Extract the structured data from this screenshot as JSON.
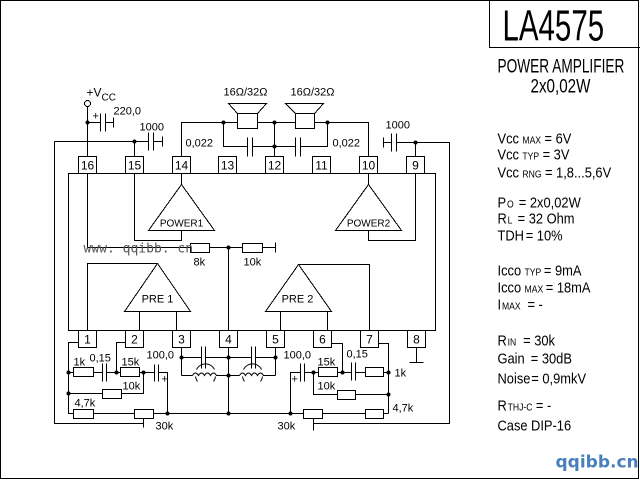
{
  "header": {
    "part_number": "LA4575",
    "description": "POWER AMPLIFIER",
    "output_power": "2x0,02W"
  },
  "specs": [
    {
      "label": "Vcc",
      "sub": "MAX",
      "value": "= 6V"
    },
    {
      "label": "Vcc",
      "sub": "TYP",
      "value": "= 3V"
    },
    {
      "label": "Vcc",
      "sub": "RNG",
      "value": "= 1,8...5,6V"
    },
    {
      "label": "P",
      "sub": "O",
      "value": "= 2x0,02W"
    },
    {
      "label": "R",
      "sub": "L",
      "value": "= 32 Ohm"
    },
    {
      "label": "TDH",
      "sub": "",
      "value": "= 10%"
    },
    {
      "label": "Icco",
      "sub": "TYP",
      "value": "= 9mA"
    },
    {
      "label": "Icco",
      "sub": "MAX",
      "value": "= 18mA"
    },
    {
      "label": "I",
      "sub": "MAX",
      "value": "=  -"
    },
    {
      "label": "R",
      "sub": "IN",
      "value": "= 30k"
    },
    {
      "label": "Gain",
      "sub": "",
      "value": "= 30dB"
    },
    {
      "label": "Noise",
      "sub": "",
      "value": "= 0,9mkV"
    },
    {
      "label": "R",
      "sub": "THJ-C",
      "value": "=  -"
    },
    {
      "label": "Case",
      "sub": "",
      "value": "DIP-16"
    }
  ],
  "schematic": {
    "supply": {
      "label": "+V",
      "sub": "CC"
    },
    "polarity_mark": "+",
    "pins_top": [
      "16",
      "15",
      "14",
      "13",
      "12",
      "11",
      "10",
      "9"
    ],
    "pins_bottom": [
      "1",
      "2",
      "3",
      "4",
      "5",
      "6",
      "7",
      "8"
    ],
    "amplifiers": {
      "power1": "POWER1",
      "power2": "POWER2",
      "pre1": "PRE 1",
      "pre2": "PRE 2"
    },
    "speakers": [
      "16Ω/32Ω",
      "16Ω/32Ω"
    ],
    "components": {
      "c_supply": "220,0",
      "c_pin15": "1000",
      "c_pin14": "0,022",
      "c_pin11": "0,022",
      "c_pin9": "1000",
      "r_internal_1": "8k",
      "r_internal_2": "10k",
      "left": {
        "r1": "1k",
        "c1": "0,15",
        "r2": "15k",
        "c2": "100,0",
        "r3": "10k",
        "r4": "4,7k",
        "pot": "30k"
      },
      "right": {
        "c2": "100,0",
        "r2": "15k",
        "c1": "0,15",
        "r1": "1k",
        "r3": "10k",
        "r4": "4,7k",
        "pot": "30k"
      }
    },
    "watermark": "www. qqibb. cn"
  },
  "footer": {
    "watermark": "qqibb.cn"
  },
  "colors": {
    "ink": "#000000",
    "background": "#ffffff",
    "watermark": "#4a7fbf"
  }
}
